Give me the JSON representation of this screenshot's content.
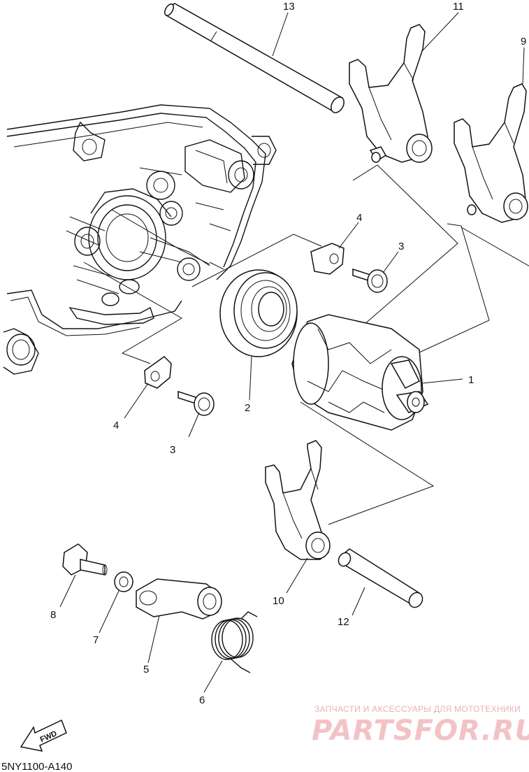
{
  "callouts": [
    "1",
    "2",
    "3",
    "3",
    "4",
    "4",
    "5",
    "6",
    "7",
    "8",
    "9",
    "10",
    "11",
    "12",
    "13"
  ],
  "diagram_code": "5NY1100-A140",
  "direction_label": "FWD",
  "watermark": {
    "tagline": "ЗАПЧАСТИ И АКСЕССУАРЫ ДЛЯ МОТОТЕХНИКИ",
    "brand": "PARTSFOR.RU",
    "color": "#f1b8bb"
  },
  "line_color": "#111111"
}
